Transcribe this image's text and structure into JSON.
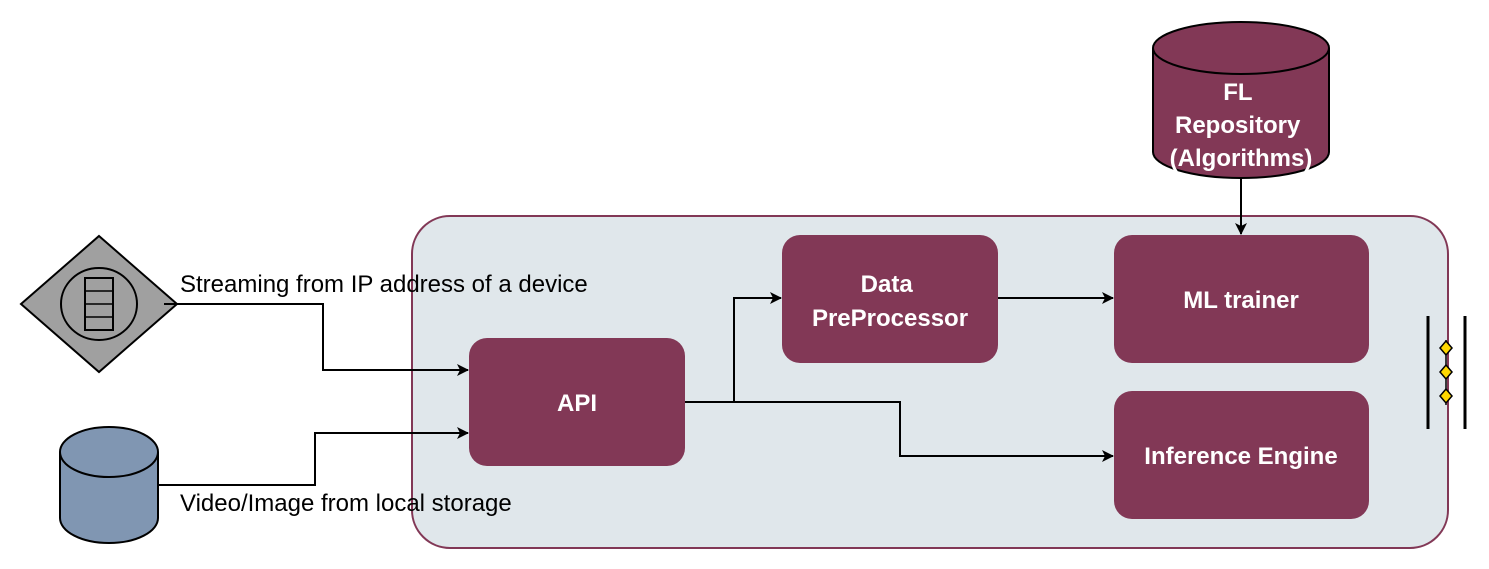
{
  "colors": {
    "box_fill": "#823856",
    "container_fill": "#e0e7eb",
    "container_stroke": "#823856",
    "ip_device_fill": "#a0a0a0",
    "local_storage_fill": "#8096b2",
    "marker_fill": "#ffd700"
  },
  "nodes": {
    "fl_repository": {
      "lines": [
        "FL",
        "Repository",
        "(Algorithms)"
      ],
      "shape": "cylinder"
    },
    "api": {
      "label": "API"
    },
    "data_preprocessor": {
      "lines": [
        "Data",
        "PreProcessor"
      ]
    },
    "ml_trainer": {
      "label": "ML trainer"
    },
    "inference_engine": {
      "label": "Inference Engine"
    },
    "ip_device": {
      "icon": "document-icon",
      "shape": "diamond"
    },
    "local_storage": {
      "shape": "cylinder"
    }
  },
  "edge_labels": {
    "streaming": "Streaming from IP address of a device",
    "local_video": "Video/Image from local storage"
  }
}
